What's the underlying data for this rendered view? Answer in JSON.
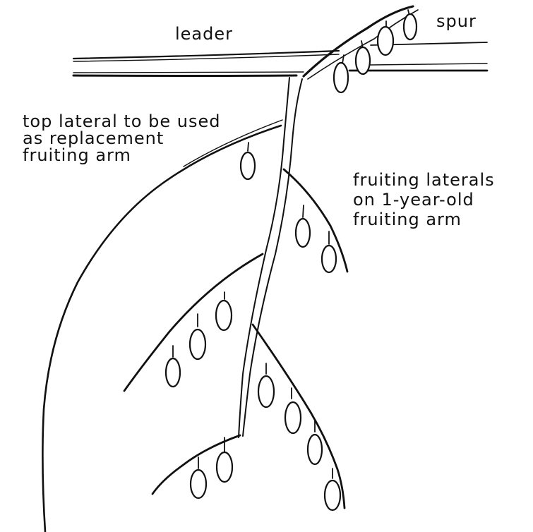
{
  "labels": {
    "leader": "leader",
    "spur": "spur",
    "top_lateral": [
      "top lateral to be used",
      "as replacement",
      "fruiting arm"
    ],
    "fruiting_laterals": [
      "fruiting laterals",
      "on 1-year-old",
      "fruiting arm"
    ]
  },
  "colors": {
    "ink": "#111111",
    "background": "#ffffff"
  }
}
